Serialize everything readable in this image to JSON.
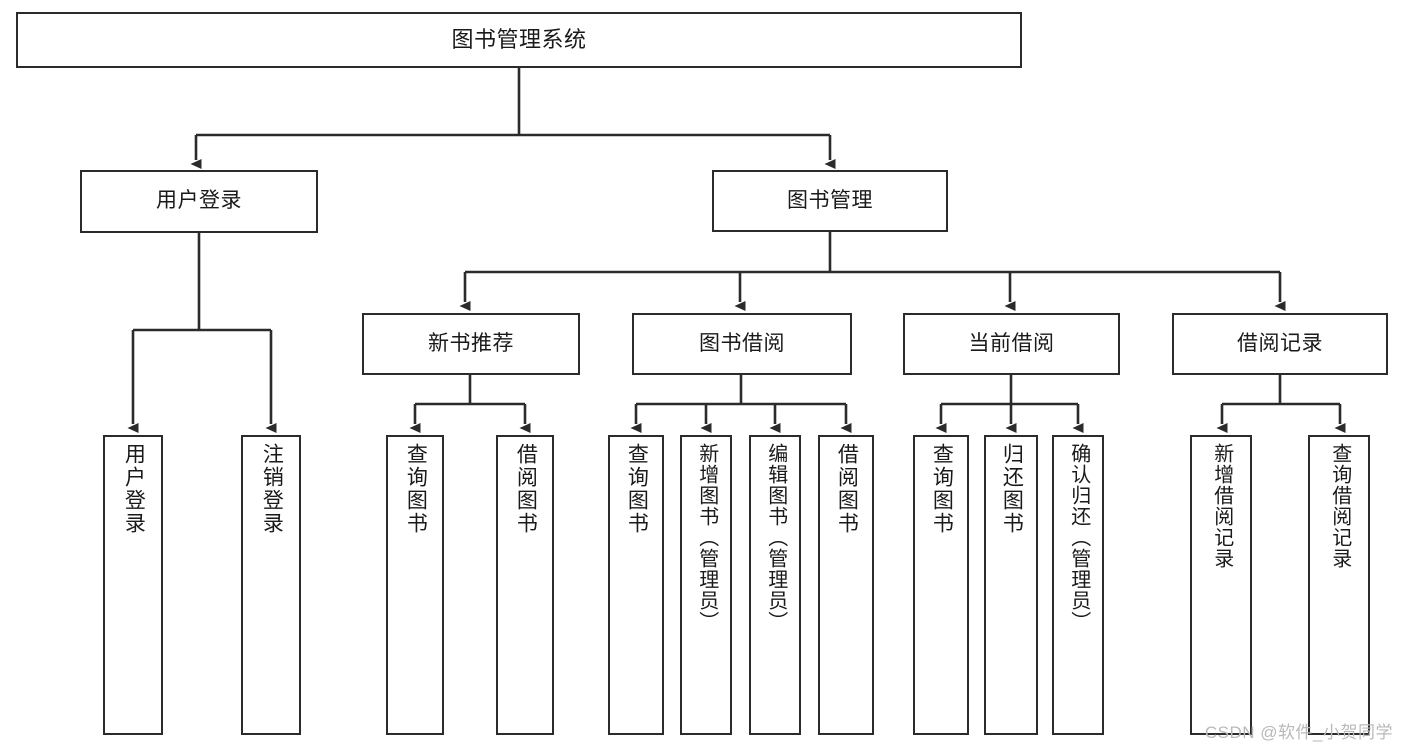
{
  "diagram": {
    "type": "tree-hierarchy-diagram",
    "title_node": {
      "label": "图书管理系统"
    },
    "level2": [
      {
        "id": "user-login",
        "label": "用户登录"
      },
      {
        "id": "book-manage",
        "label": "图书管理"
      }
    ],
    "level3": [
      {
        "id": "new-book-recommend",
        "label": "新书推荐"
      },
      {
        "id": "book-borrow",
        "label": "图书借阅"
      },
      {
        "id": "current-borrow",
        "label": "当前借阅"
      },
      {
        "id": "borrow-record",
        "label": "借阅记录"
      }
    ],
    "leaves": [
      {
        "id": "leaf-user-login",
        "label": "用户登录",
        "parent": "user-login"
      },
      {
        "id": "leaf-logout-login",
        "label": "注销登录",
        "parent": "user-login"
      },
      {
        "id": "leaf-query-book-1",
        "label": "查询图书",
        "parent": "new-book-recommend"
      },
      {
        "id": "leaf-borrow-book-1",
        "label": "借阅图书",
        "parent": "new-book-recommend"
      },
      {
        "id": "leaf-query-book-2",
        "label": "查询图书",
        "parent": "book-borrow"
      },
      {
        "id": "leaf-add-book",
        "label": "新增图书（管理员）",
        "parent": "book-borrow"
      },
      {
        "id": "leaf-edit-book",
        "label": "编辑图书（管理员）",
        "parent": "book-borrow"
      },
      {
        "id": "leaf-borrow-book-2",
        "label": "借阅图书",
        "parent": "book-borrow"
      },
      {
        "id": "leaf-query-book-3",
        "label": "查询图书",
        "parent": "current-borrow"
      },
      {
        "id": "leaf-return-book",
        "label": "归还图书",
        "parent": "current-borrow"
      },
      {
        "id": "leaf-confirm-return",
        "label": "确认归还（管理员）",
        "parent": "current-borrow"
      },
      {
        "id": "leaf-add-record",
        "label": "新增借阅记录",
        "parent": "borrow-record"
      },
      {
        "id": "leaf-query-record",
        "label": "查询借阅记录",
        "parent": "borrow-record"
      }
    ],
    "colors": {
      "border": "#2b2b2b",
      "background": "#ffffff",
      "text": "#1a1a1a",
      "watermark": "#b9b9b9"
    }
  },
  "watermark": {
    "text": "CSDN @软件_小贺同学"
  }
}
